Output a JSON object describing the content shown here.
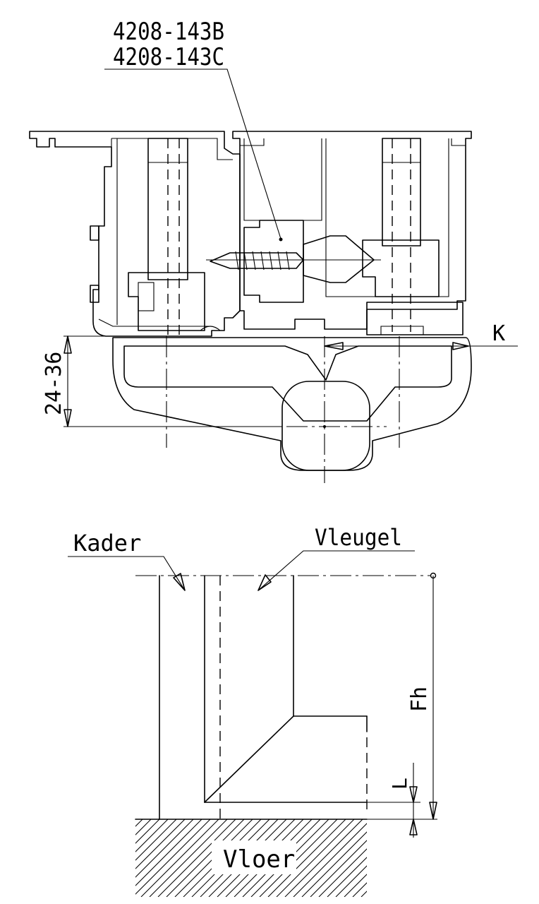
{
  "part_numbers": [
    "4208-143B",
    "4208-143C"
  ],
  "dimension_height": "24-36",
  "label_k": "K",
  "label_frame": "Kader",
  "label_sash": "Vleugel",
  "label_fh": "Fh",
  "label_l": "L",
  "label_floor": "Vloer"
}
